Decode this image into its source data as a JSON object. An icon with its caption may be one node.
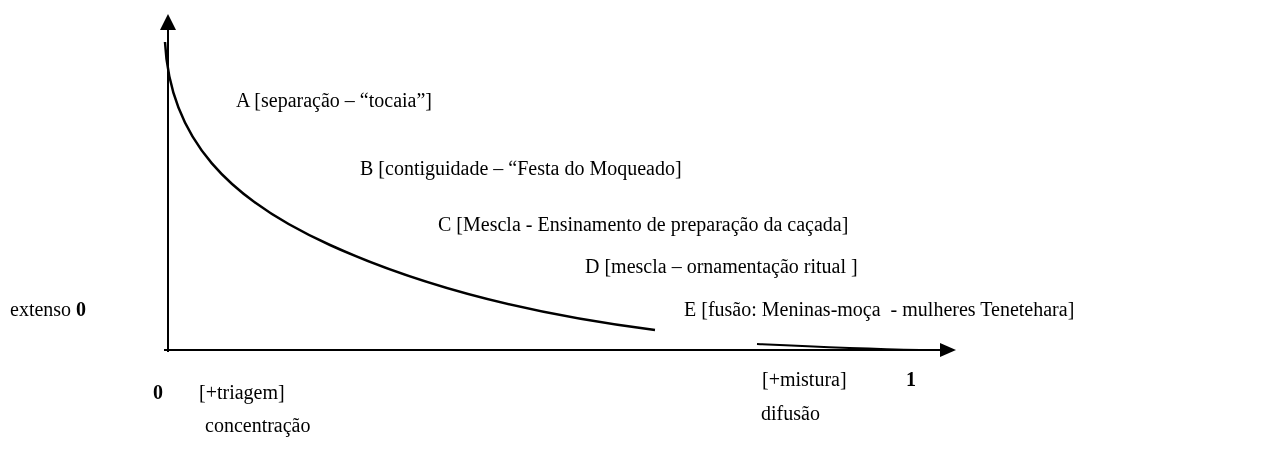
{
  "diagram": {
    "labels": [
      "A [separação – “tocaia”]",
      "B [contiguidade – “Festa do Moqueado]",
      "C [Mescla - Ensinamento de preparação da caçada]",
      "D [mescla – ornamentação ritual ]",
      "extenso **0**",
      "E [fusão: Meninas-moça  - mulheres Tenetehara]",
      "0",
      "[+triagem]",
      "[+mistura]",
      "1",
      "concentração",
      "difusão"
    ]
  }
}
